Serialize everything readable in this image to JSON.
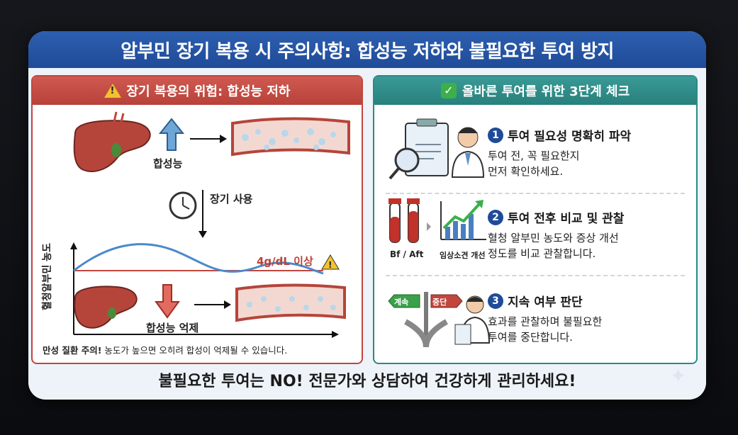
{
  "title": "알부민 장기 복용 시 주의사항: 합성능 저하와 불필요한 투여 방지",
  "left_panel": {
    "heading": "장기 복용의 위험: 합성능 저하",
    "label_synthesis": "합성능",
    "label_longterm": "장기 사용",
    "axis_label": "혈청알부민 농도",
    "threshold_label": "4g/dL 이상",
    "label_suppression": "합성능 억제",
    "note_bold": "만성 질환 주의!",
    "note_text": " 농도가 높으면 오히려 합성이 억제될 수 있습니다."
  },
  "right_panel": {
    "heading": "올바른 투여를 위한 3단계 체크",
    "steps": [
      {
        "num": "1",
        "title": "투여 필요성 명확히 파악",
        "desc1": "투여 전, 꼭 필요한지",
        "desc2": "먼저 확인하세요."
      },
      {
        "num": "2",
        "title": "투여 전후 비교 및 관찰",
        "desc1": "혈청 알부민 농도와 증상 개선",
        "desc2": "정도를 비교 관찰합니다."
      },
      {
        "num": "3",
        "title": "지속 여부 판단",
        "desc1": "효과를 관찰하며 불필요한",
        "desc2": "투여를 중단합니다."
      }
    ],
    "label_bf_aft": "Bf / Aft",
    "label_clinical": "임상소견 개선",
    "sign_continue": "계속",
    "sign_stop": "중단"
  },
  "footer": "불필요한 투여는 NO! 전문가와 상담하여 건강하게 관리하세요!",
  "colors": {
    "title_bg": "#1f4b98",
    "left_accent": "#c0463e",
    "right_accent": "#2a8a86"
  }
}
